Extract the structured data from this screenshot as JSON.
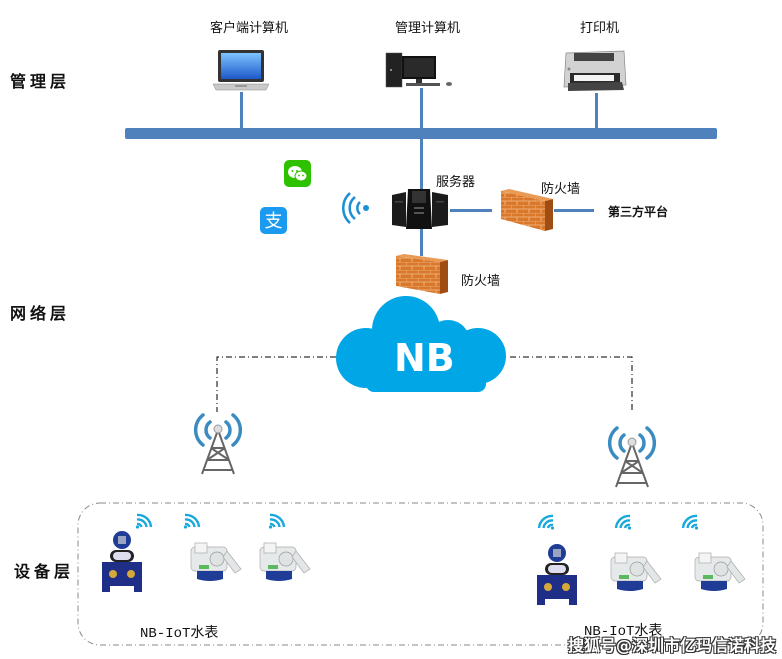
{
  "layers": {
    "management": "管理层",
    "network": "网络层",
    "device": "设备层"
  },
  "management": {
    "client_computer": "客户端计算机",
    "admin_computer": "管理计算机",
    "printer": "打印机"
  },
  "network": {
    "server": "服务器",
    "firewall_right": "防火墙",
    "firewall_bottom": "防火墙",
    "third_party": "第三方平台",
    "cloud_label": "NB"
  },
  "devices": {
    "left_group_label": "NB-IoT水表",
    "right_group_label": "NB-IoT水表"
  },
  "watermark": "搜狐号@深圳市亿玛信诺科技",
  "colors": {
    "bus": "#4f81bd",
    "cloud": "#00a6e6",
    "brick": "#d9772b",
    "wechat": "#2dc100",
    "alipay": "#1b9bf0"
  }
}
